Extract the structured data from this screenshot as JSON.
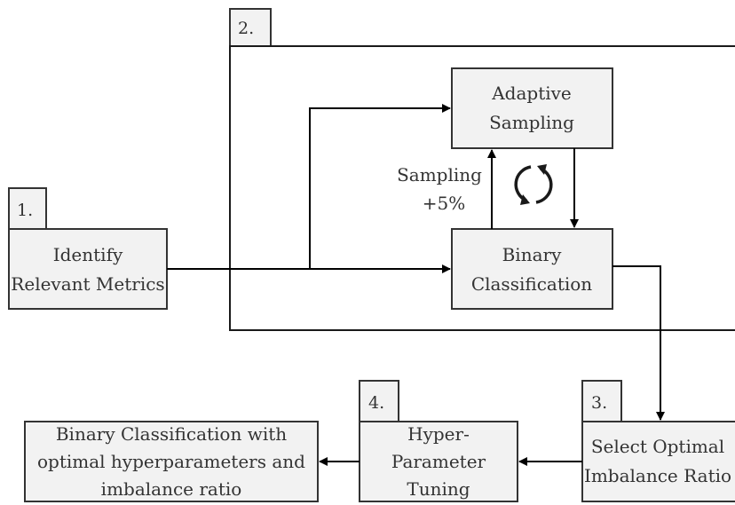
{
  "colors": {
    "box_fill": "#f2f2f2",
    "stroke": "#333333",
    "arrow": "#000000"
  },
  "steps": {
    "step1": {
      "tab": "1.",
      "line1": "Identify",
      "line2": "Relevant Metrics"
    },
    "step2": {
      "tab": "2."
    },
    "step3": {
      "tab": "3.",
      "line1": "Select Optimal",
      "line2": "Imbalance Ratio"
    },
    "step4": {
      "tab": "4.",
      "line1": "Hyper-",
      "line2": "Parameter",
      "line3": "Tuning"
    }
  },
  "nodes": {
    "adaptive_sampling": {
      "line1": "Adaptive",
      "line2": "Sampling"
    },
    "binary_classification": {
      "line1": "Binary",
      "line2": "Classification"
    },
    "final_output": {
      "line1": "Binary Classification with",
      "line2": "optimal hyperparameters and",
      "line3": "imbalance ratio"
    }
  },
  "edge_labels": {
    "sampling_line1": "Sampling",
    "sampling_line2": "+5%"
  },
  "icons": {
    "loop": "refresh-cycle-icon"
  }
}
